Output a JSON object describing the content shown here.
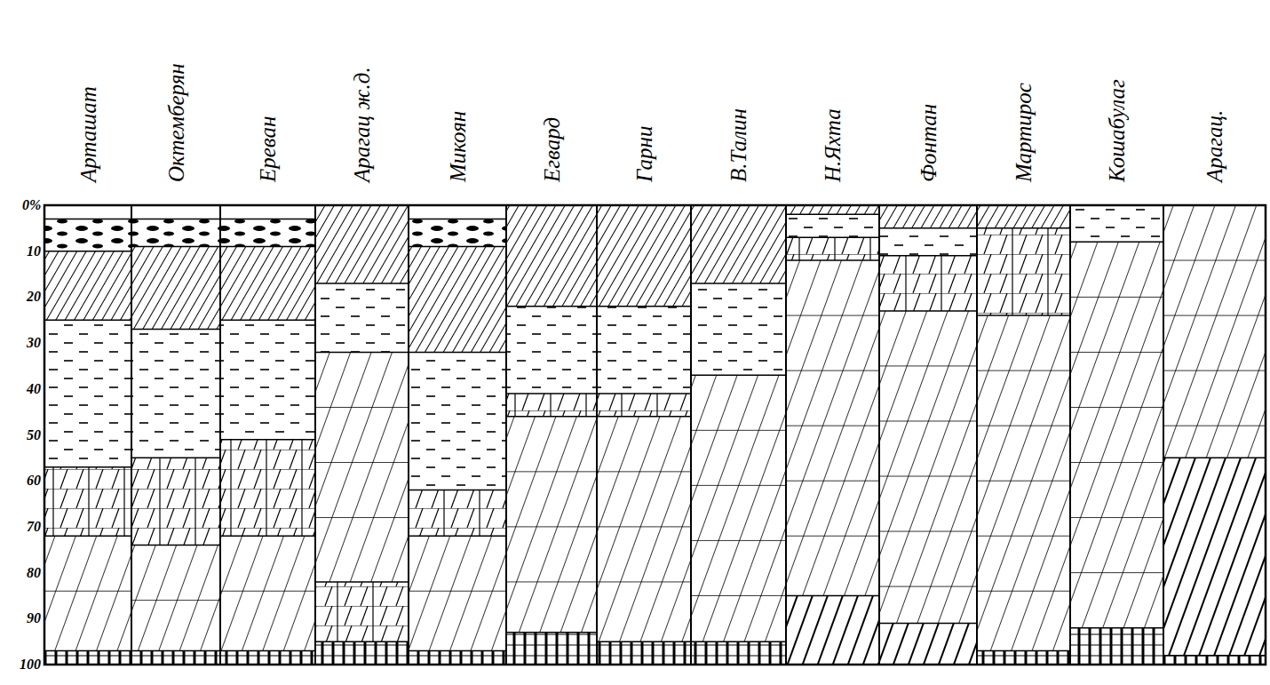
{
  "diagram": {
    "labels": [
      "Арташат",
      "Октемберян",
      "Ереван",
      "Арагац ж.д.",
      "Микоян",
      "Егвард",
      "Гарни",
      "В.Талин",
      "Н.Яхта",
      "Фонтан",
      "Мартирос",
      "Кошабулаг",
      "Арагац.",
      "0%",
      "10",
      "20",
      "30",
      "40",
      "50",
      "60",
      "70",
      "80",
      "90",
      "100"
    ]
  }
}
